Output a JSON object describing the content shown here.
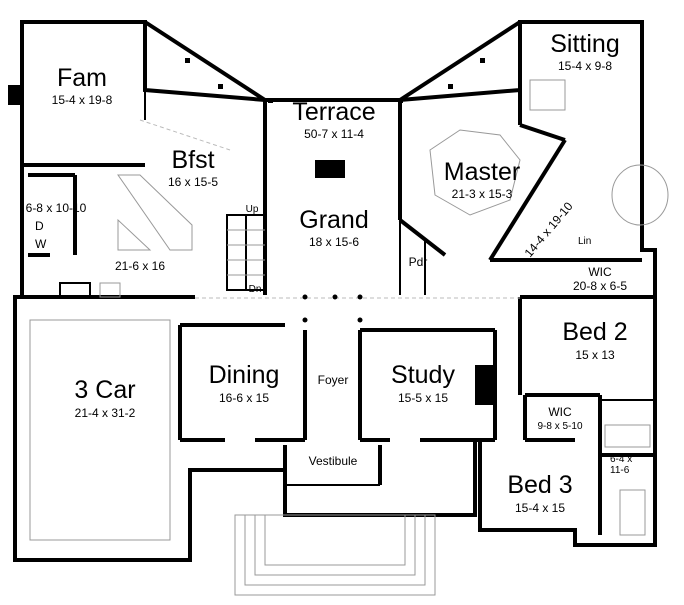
{
  "rooms": {
    "fam": {
      "name": "Fam",
      "size": "15-4 x 19-8"
    },
    "terrace": {
      "name": "Terrace",
      "size": "50-7 x 11-4"
    },
    "sitting": {
      "name": "Sitting",
      "size": "15-4 x 9-8"
    },
    "bfst": {
      "name": "Bfst",
      "size": "16 x 15-5"
    },
    "master": {
      "name": "Master",
      "size": "21-3 x 15-3"
    },
    "grand": {
      "name": "Grand",
      "size": "18 x 15-6"
    },
    "laundry": {
      "size": "6-8 x 10-10",
      "dryer": "D",
      "washer": "W"
    },
    "kitchen": {
      "size": "21-6 x 16"
    },
    "stair": {
      "label": "Up",
      "dn": "Dn"
    },
    "pdr": {
      "name": "Pdr"
    },
    "master_bath": {
      "size": "14-4 x 19-10",
      "linen": "Lin"
    },
    "master_wic": {
      "name": "WIC",
      "size": "20-8 x 6-5"
    },
    "bed2": {
      "name": "Bed 2",
      "size": "15 x 13"
    },
    "garage": {
      "name": "3 Car",
      "size": "21-4 x 31-2"
    },
    "dining": {
      "name": "Dining",
      "size": "16-6 x 15"
    },
    "foyer": {
      "name": "Foyer"
    },
    "study": {
      "name": "Study",
      "size": "15-5 x 15"
    },
    "wic3": {
      "name": "WIC",
      "size": "9-8 x 5-10"
    },
    "bath3": {
      "size_a": "6-4 x",
      "size_b": "11-6"
    },
    "bed3": {
      "name": "Bed 3",
      "size": "15-4 x 15"
    },
    "vestibule": {
      "name": "Vestibule"
    }
  }
}
